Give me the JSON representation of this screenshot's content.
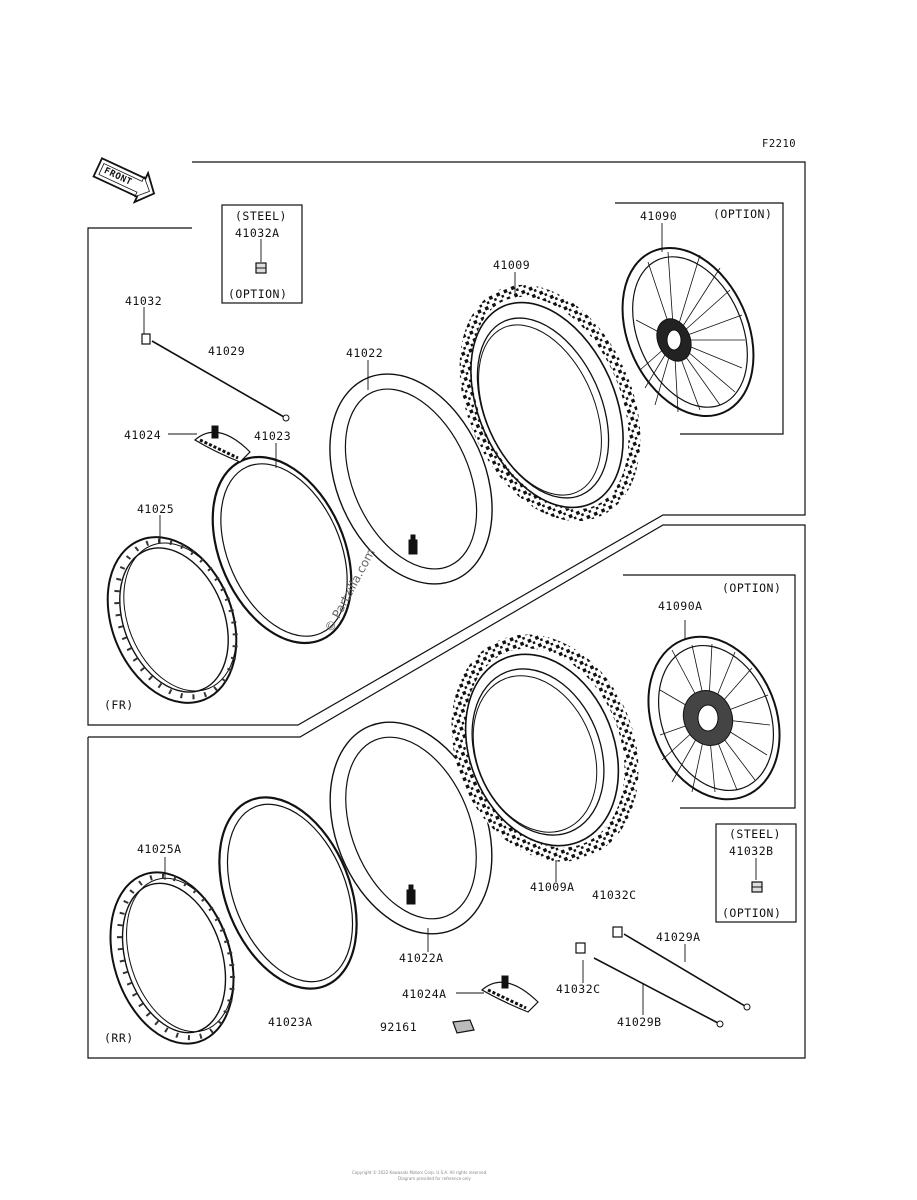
{
  "diagram_code": "F2210",
  "front_label": "FRONT",
  "front_section": {
    "tag": "(FR)",
    "steel_box": {
      "steel": "(STEEL)",
      "part": "41032A",
      "option": "(OPTION)"
    },
    "option_wheel": {
      "option": "(OPTION)",
      "part": "41090"
    },
    "parts": {
      "p41032": "41032",
      "p41029": "41029",
      "p41024": "41024",
      "p41023": "41023",
      "p41022": "41022",
      "p41009": "41009",
      "p41025": "41025"
    }
  },
  "rear_section": {
    "tag": "(RR)",
    "steel_box": {
      "steel": "(STEEL)",
      "part": "41032B",
      "option": "(OPTION)"
    },
    "option_wheel": {
      "option": "(OPTION)",
      "part": "41090A"
    },
    "parts": {
      "p41025A": "41025A",
      "p41023A": "41023A",
      "p41022A": "41022A",
      "p41009A": "41009A",
      "p41032C_top": "41032C",
      "p41032C": "41032C",
      "p41029A": "41029A",
      "p41029B": "41029B",
      "p41024A": "41024A",
      "p92161": "92161"
    }
  },
  "watermark": "© Partzilla.com",
  "footer": {
    "line1": "Copyright © 2022 Kawasaki Motors Corp. U.S.A. All rights reserved.",
    "line2": "Diagram provided for reference only"
  }
}
